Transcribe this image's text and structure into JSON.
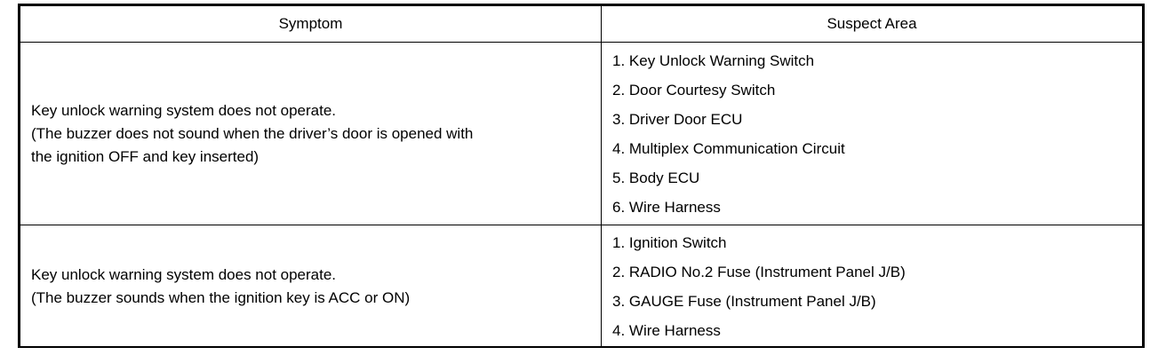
{
  "table": {
    "headers": {
      "symptom": "Symptom",
      "suspect_area": "Suspect Area"
    },
    "rows": [
      {
        "symptom": [
          "Key unlock warning system does not operate.",
          "(The buzzer does not sound when the driver’s door is opened with",
          "the ignition OFF and key inserted)"
        ],
        "suspect_area": [
          "1. Key Unlock Warning Switch",
          "2. Door Courtesy Switch",
          "3. Driver Door ECU",
          "4. Multiplex Communication Circuit",
          "5. Body ECU",
          "6. Wire Harness"
        ]
      },
      {
        "symptom": [
          "Key unlock warning system does not operate.",
          "(The buzzer sounds when the ignition key is ACC or ON)"
        ],
        "suspect_area": [
          "1. Ignition Switch",
          "2. RADIO No.2 Fuse (Instrument Panel J/B)",
          "3. GAUGE Fuse (Instrument Panel J/B)",
          "4. Wire Harness"
        ]
      }
    ]
  }
}
